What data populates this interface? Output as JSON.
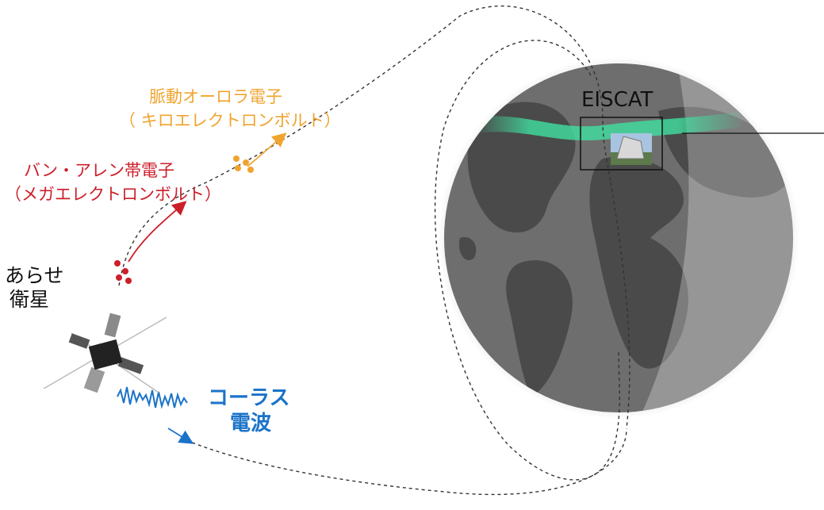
{
  "labels": {
    "pulsating_line1": "脈動オーロラ電子",
    "pulsating_line2": "（ キロエレクトロンボルト）",
    "vanallen_line1": "バン・アレン帯電子",
    "vanallen_line2": "（メガエレクトロンボルト）",
    "satellite_line1": "あらせ",
    "satellite_line2": "衛星",
    "chorus_line1": "コーラス",
    "chorus_line2": "電波",
    "eiscat": "EISCAT"
  },
  "colors": {
    "pulsating": "#f0a430",
    "vanallen": "#cc1f2a",
    "chorus": "#1a73c9",
    "aurora": "#3fe0a0",
    "earth_ocean": "#6e6e6e",
    "earth_land": "#4a4a4a"
  },
  "icons": [
    "satellite-icon",
    "earth-globe-icon",
    "radar-photo-icon"
  ]
}
